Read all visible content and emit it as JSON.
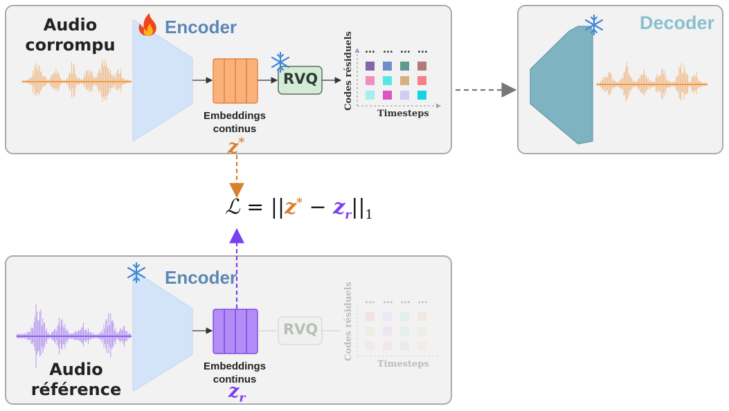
{
  "top_panel": {
    "audio_label": "Audio\ncorrompu",
    "encoder_title": "Encoder",
    "fire_icon": "fire-icon",
    "snowflake_icon": "snowflake-icon",
    "embeddings_label": "Embeddings\ncontinus",
    "rvq_label": "RVQ",
    "codes_axis_label": "Codes résiduels",
    "timesteps_label": "Timesteps",
    "dots": "...",
    "z_symbol": "z",
    "z_superscript": "*",
    "colors": {
      "waveform": "#ef8a2c",
      "embedding_fill": "#fbb27a",
      "embedding_border": "#d9782d"
    }
  },
  "decoder_panel": {
    "title": "Decoder",
    "snowflake_icon": "snowflake-icon",
    "colors": {
      "decoder_fill": "#7fb3c2"
    }
  },
  "loss": {
    "symbol": "ℒ",
    "equals": "=",
    "open_norm": "||",
    "z_star_symbol": "z",
    "z_star_superscript": "*",
    "minus": "−",
    "z_r_symbol": "z",
    "z_r_subscript": "r",
    "close_norm": "||",
    "norm_subscript": "1"
  },
  "bottom_panel": {
    "audio_label": "Audio\nréférence",
    "encoder_title": "Encoder",
    "snowflake_icon": "snowflake-icon",
    "embeddings_label": "Embeddings\ncontinus",
    "rvq_label": "RVQ",
    "codes_axis_label": "Codes résiduels",
    "timesteps_label": "Timesteps",
    "dots": "...",
    "z_symbol": "z",
    "z_subscript": "r",
    "colors": {
      "waveform": "#7b3ff0",
      "embedding_fill": "#b48cf7",
      "embedding_border": "#6b3ad6"
    }
  },
  "code_grid_colors": [
    [
      "#8466a8",
      "#6e8fc6",
      "#5f9a8e",
      "#b07a7a"
    ],
    [
      "#ef8fc0",
      "#5be6e6",
      "#d8b07e",
      "#f4808a"
    ],
    [
      "#a7ecf2",
      "#dd55c2",
      "#cfcdf2",
      "#12d4e6"
    ]
  ],
  "bottom_code_grid_colors": [
    [
      "#f3b7b7",
      "#e7c9ec",
      "#b9e6e8",
      "#f4d1b4"
    ],
    [
      "#d7edb8",
      "#e3c9f0",
      "#bde8dc",
      "#dbecc5"
    ],
    [
      "#f4d6c8",
      "#f2cfd9",
      "#d5e2d5",
      "#efe2c9"
    ]
  ]
}
